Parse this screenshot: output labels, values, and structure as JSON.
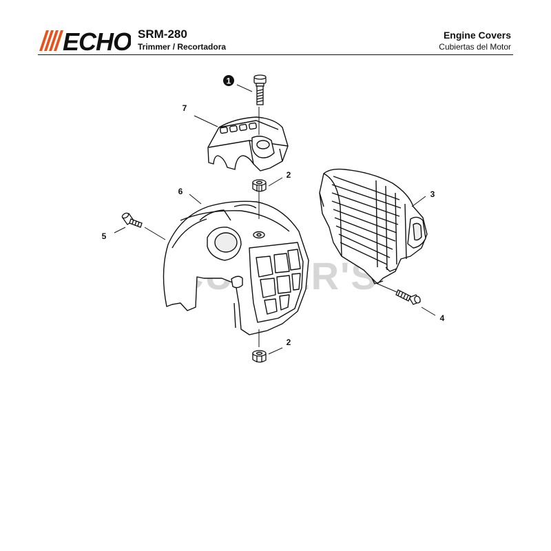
{
  "header": {
    "brand": "ECHO",
    "model": "SRM-280",
    "model_subtitle": "Trimmer / Recortadora",
    "section_title": "Engine Covers",
    "section_subtitle": "Cubiertas del Motor"
  },
  "watermark": "CUTTER'S",
  "callouts": {
    "c1": "1",
    "c2a": "2",
    "c2b": "2",
    "c3": "3",
    "c4": "4",
    "c5": "5",
    "c6": "6",
    "c7": "7"
  },
  "colors": {
    "brand": "#e8521c",
    "ink": "#111111",
    "watermark": "#d6d6d6"
  }
}
